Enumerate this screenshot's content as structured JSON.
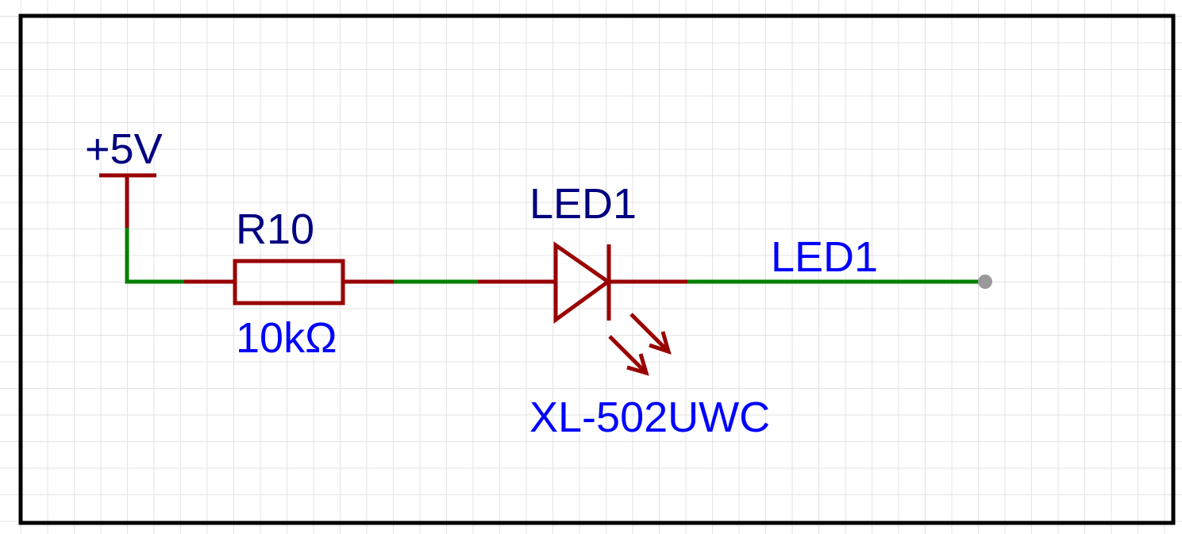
{
  "schematic": {
    "power": {
      "label": "+5V"
    },
    "resistor": {
      "designator": "R10",
      "value": "10kΩ"
    },
    "led": {
      "designator": "LED1",
      "part": "XL-502UWC"
    },
    "net_label": "LED1"
  },
  "colors": {
    "frame": "#000000",
    "grid": "#e3e3e3",
    "pin": "#990000",
    "wire": "#008000",
    "designator_text": "#000080",
    "value_text": "#0000ff",
    "net_endpoint": "#999999"
  }
}
